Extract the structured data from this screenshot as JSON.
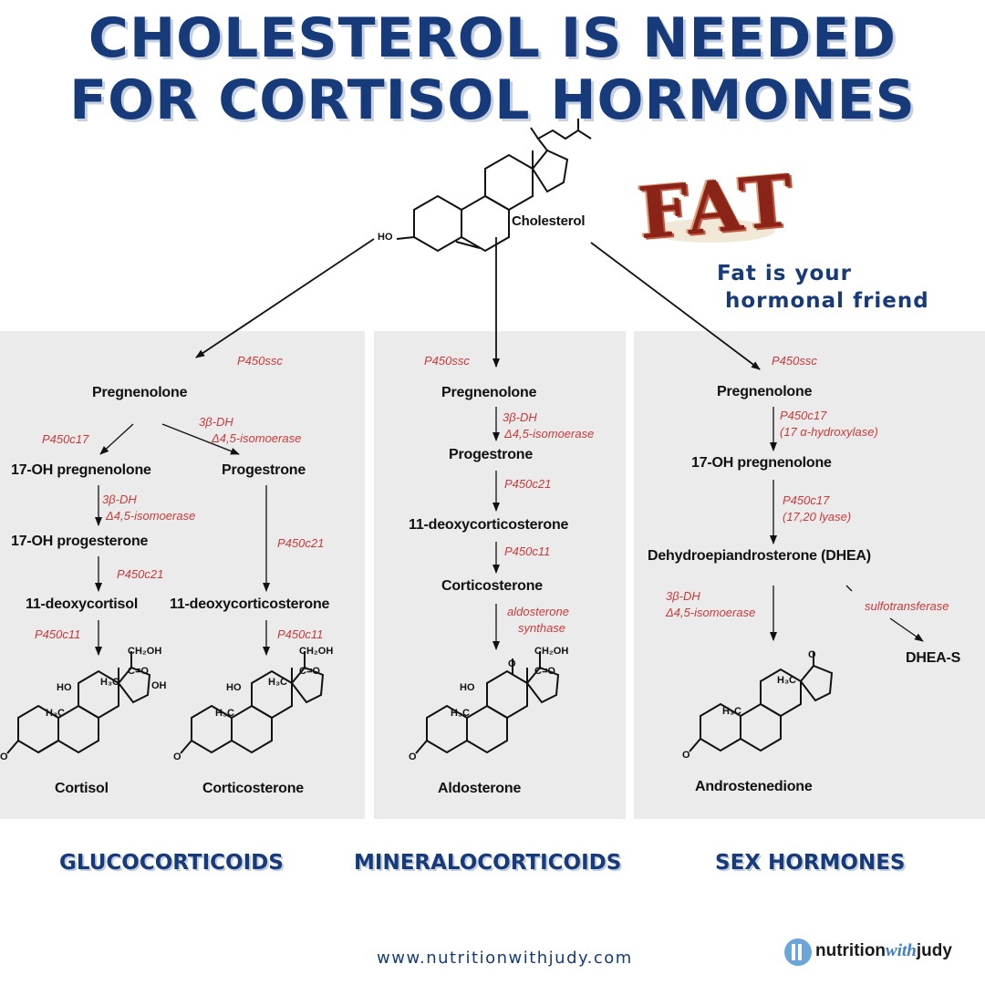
{
  "title": {
    "line1": "CHOLESTEROL IS NEEDED",
    "line2": "FOR CORTISOL HORMONES"
  },
  "cholesterol": {
    "label": "Cholesterol",
    "ho": "HO"
  },
  "fat": {
    "word": "FAT",
    "tagline_line1": "Fat is your",
    "tagline_line2": " hormonal friend"
  },
  "glucocorticoids": {
    "enzyme_top": "P450ssc",
    "pregnenolone": "Pregnenolone",
    "enzyme_left": "P450c17",
    "enzyme_right_1": "3β-DH",
    "enzyme_right_2": "Δ4,5-isomoerase",
    "oh_pregnenolone": "17-OH pregnenolone",
    "progestrone": "Progestrone",
    "enzyme_mid_1": "3β-DH",
    "enzyme_mid_2": "Δ4,5-isomoerase",
    "oh_progesterone": "17-OH progesterone",
    "enzyme_c21_left": "P450c21",
    "enzyme_c21_right": "P450c21",
    "deoxycortisol": "11-deoxycortisol",
    "deoxycorticosterone": "11-deoxycorticosterone",
    "enzyme_c11_left": "P450c11",
    "enzyme_c11_right": "P450c11",
    "cortisol": "Cortisol",
    "corticosterone": "Corticosterone"
  },
  "mineralocorticoids": {
    "enzyme_top": "P450ssc",
    "pregnenolone": "Pregnenolone",
    "enzyme_1a": "3β-DH",
    "enzyme_1b": "Δ4,5-isomoerase",
    "progestrone": "Progestrone",
    "enzyme_2": "P450c21",
    "deoxycorticosterone": "11-deoxycorticosterone",
    "enzyme_3": "P450c11",
    "corticosterone": "Corticosterone",
    "enzyme_4a": "aldosterone",
    "enzyme_4b": "synthase",
    "aldosterone": "Aldosterone"
  },
  "sex_hormones": {
    "enzyme_top": "P450ssc",
    "pregnenolone": "Pregnenolone",
    "enzyme_1a": "P450c17",
    "enzyme_1b": "(17 α-hydroxylase)",
    "oh_pregnenolone": "17-OH pregnenolone",
    "enzyme_2a": "P450c17",
    "enzyme_2b": "(17,20 lyase)",
    "dhea": "Dehydroepiandrosterone (DHEA)",
    "enzyme_3a": "3β-DH",
    "enzyme_3b": "Δ4,5-isomoerase",
    "enzyme_sulfo": "sulfotransferase",
    "dhea_s": "DHEA-S",
    "androstenedione": "Androstenedione"
  },
  "categories": {
    "gluco": "GLUCOCORTICOIDS",
    "mineralo": "MINERALOCORTICOIDS",
    "sex": "SEX HORMONES"
  },
  "structure_labels": {
    "ch2oh": "CH₂OH",
    "co": "C=O",
    "oh": "OH",
    "ho": "HO",
    "h3c": "H₃C",
    "o": "O"
  },
  "footer": {
    "website": "www.nutritionwithjudy.com",
    "brand_a": "nutrition",
    "brand_b": "with",
    "brand_c": "judy"
  },
  "colors": {
    "navy": "#163a7a",
    "enzyme_red": "#cc3a3a",
    "panel_grey": "#ebebeb"
  }
}
